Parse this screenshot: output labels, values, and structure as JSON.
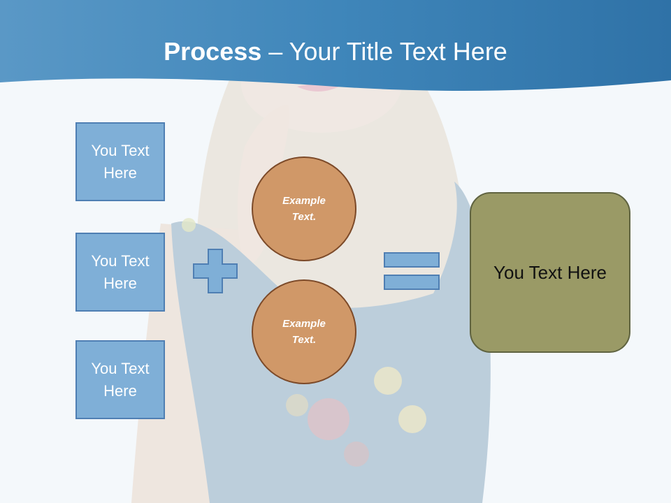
{
  "slide": {
    "title_bold": "Process",
    "title_rest": " – Your Title Text Here"
  },
  "inputs": [
    {
      "label": "You Text Here"
    },
    {
      "label": "You Text Here"
    },
    {
      "label": "You Text Here"
    }
  ],
  "operators": {
    "plus": "plus-sign-icon",
    "equals": "equals-sign-icon"
  },
  "circles": [
    {
      "label": "Example Text."
    },
    {
      "label": "Example Text."
    }
  ],
  "result": {
    "label": "You Text Here"
  },
  "colors": {
    "header": "#3f86ba",
    "input_box": "#7fafd7",
    "circle": "#d09868",
    "result_box": "#9a9a66"
  }
}
